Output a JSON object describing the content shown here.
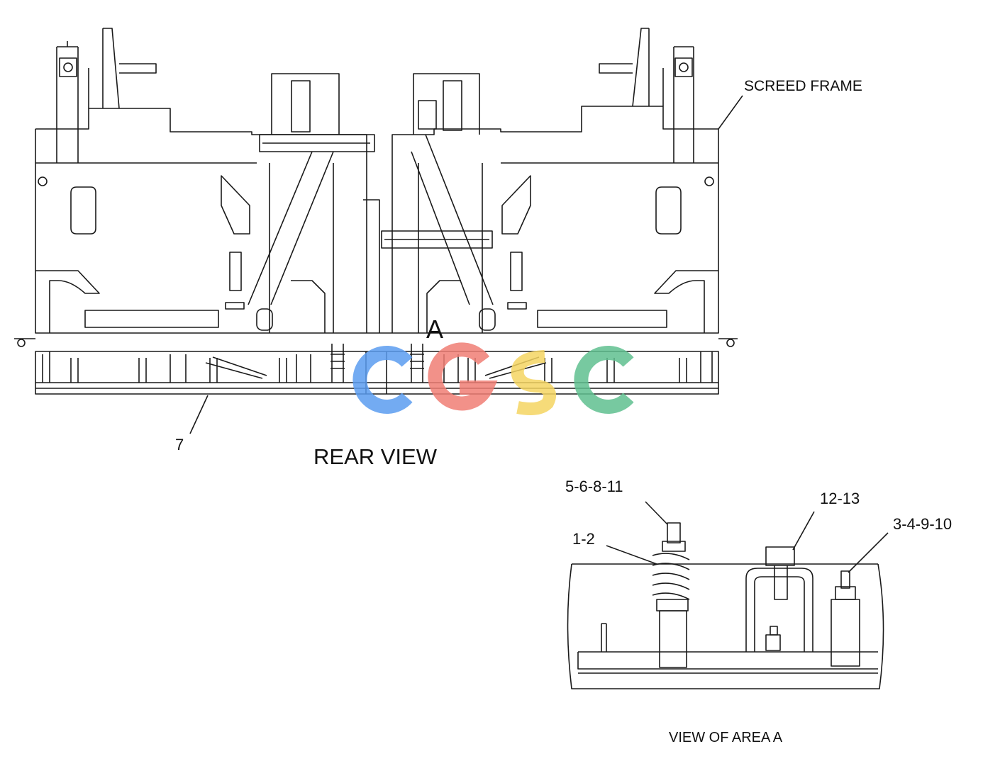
{
  "labels": {
    "screed_frame": "SCREED FRAME",
    "part_7": "7",
    "rear_view": "REAR VIEW",
    "area_marker": "A",
    "parts_5_6_8_11": "5-6-8-11",
    "parts_12_13": "12-13",
    "parts_1_2": "1-2",
    "parts_3_4_9_10": "3-4-9-10",
    "view_of_area_a": "VIEW OF AREA A"
  },
  "watermark": {
    "letters": [
      "C",
      "G",
      "S",
      "C"
    ],
    "colors": [
      "#5b9cf0",
      "#f07e74",
      "#f5d561",
      "#5fbf8f"
    ]
  },
  "colors": {
    "line": "#1a1a1a",
    "background": "#ffffff"
  }
}
